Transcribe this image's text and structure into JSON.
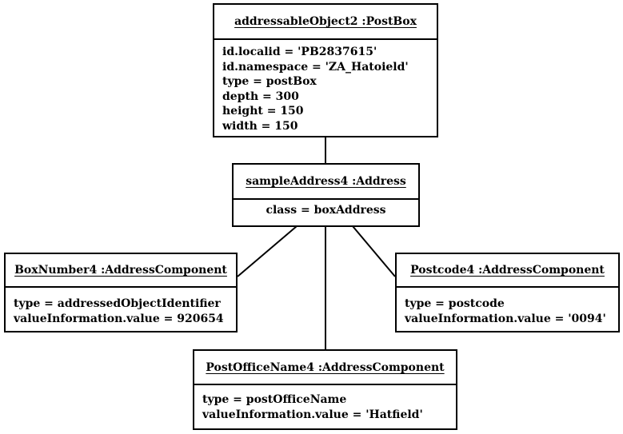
{
  "objects": {
    "post_box": {
      "title": "addressableObject2 :PostBox",
      "attributes": [
        "id.localid = 'PB2837615'",
        "id.namespace = 'ZA_Hatoield'",
        "type = postBox",
        "depth = 300",
        "height = 150",
        "width = 150"
      ]
    },
    "address": {
      "title": "sampleAddress4 :Address",
      "attributes": [
        "class = boxAddress"
      ]
    },
    "box_number": {
      "title": "BoxNumber4 :AddressComponent",
      "attributes": [
        "type = addressedObjectIdentifier",
        "valueInformation.value = 920654"
      ]
    },
    "postcode": {
      "title": "Postcode4 :AddressComponent",
      "attributes": [
        "type = postcode",
        "valueInformation.value = '0094'"
      ]
    },
    "post_office_name": {
      "title": "PostOfficeName4 :AddressComponent",
      "attributes": [
        "type = postOfficeName",
        "valueInformation.value = 'Hatfield'"
      ]
    }
  },
  "colors": {
    "line": "#000000",
    "box_fill": "#ffffff"
  }
}
